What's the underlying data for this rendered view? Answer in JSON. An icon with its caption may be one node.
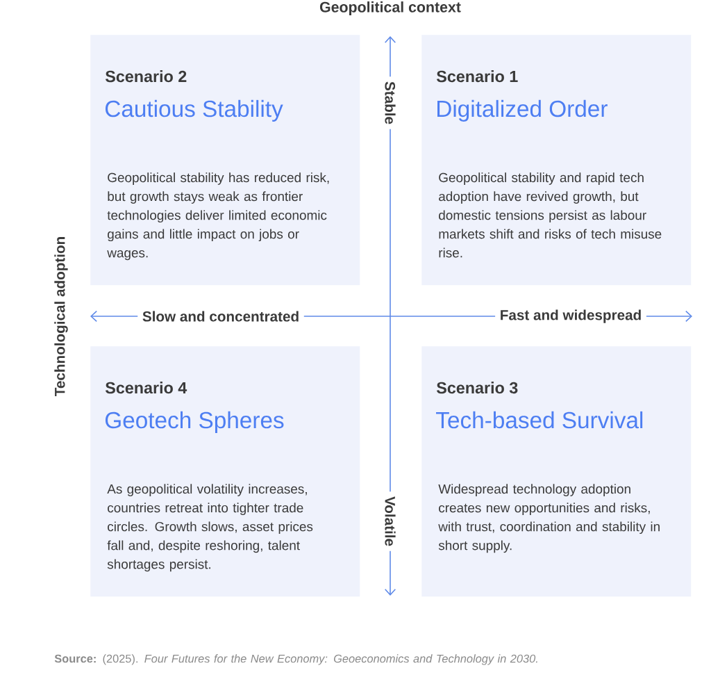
{
  "diagram": {
    "title": "Geopolitical context",
    "nodes": [
      {
        "text": [
          "Scenario 2",
          "Cautious Stability",
          "Geopolitical stability has reduced risk, but growth stays weak as frontier technologies deliver limited economic gains and little impact on jobs or wages."
        ]
      },
      {
        "text": [
          "Scenario 1",
          "Digitalized Order",
          "Geopolitical stability and rapid tech adoption have revived growth, but domestic tensions persist as labour markets shift and risks of tech misuse rise."
        ]
      },
      {
        "text": [
          "Scenario 4",
          "Geotech Spheres",
          "As geopolitical volatility increases, countries retreat into tighter trade circles. Growth slows, asset prices fall and, despite reshoring, talent shortages persist."
        ]
      },
      {
        "text": [
          "Scenario 3",
          "Tech-based Survival",
          "Widespread technology adoption creates new opportunities and risks, with trust, coordination and stability in short supply."
        ]
      }
    ],
    "labels": [
      "Stable",
      "Technological adoption",
      "Slow and concentrated",
      "Fast and widespread",
      "Volatile"
    ],
    "caption": "**Source:** (2025). *Four Futures for the New Economy: Geoeconomics and Technology in 2030.*"
  }
}
